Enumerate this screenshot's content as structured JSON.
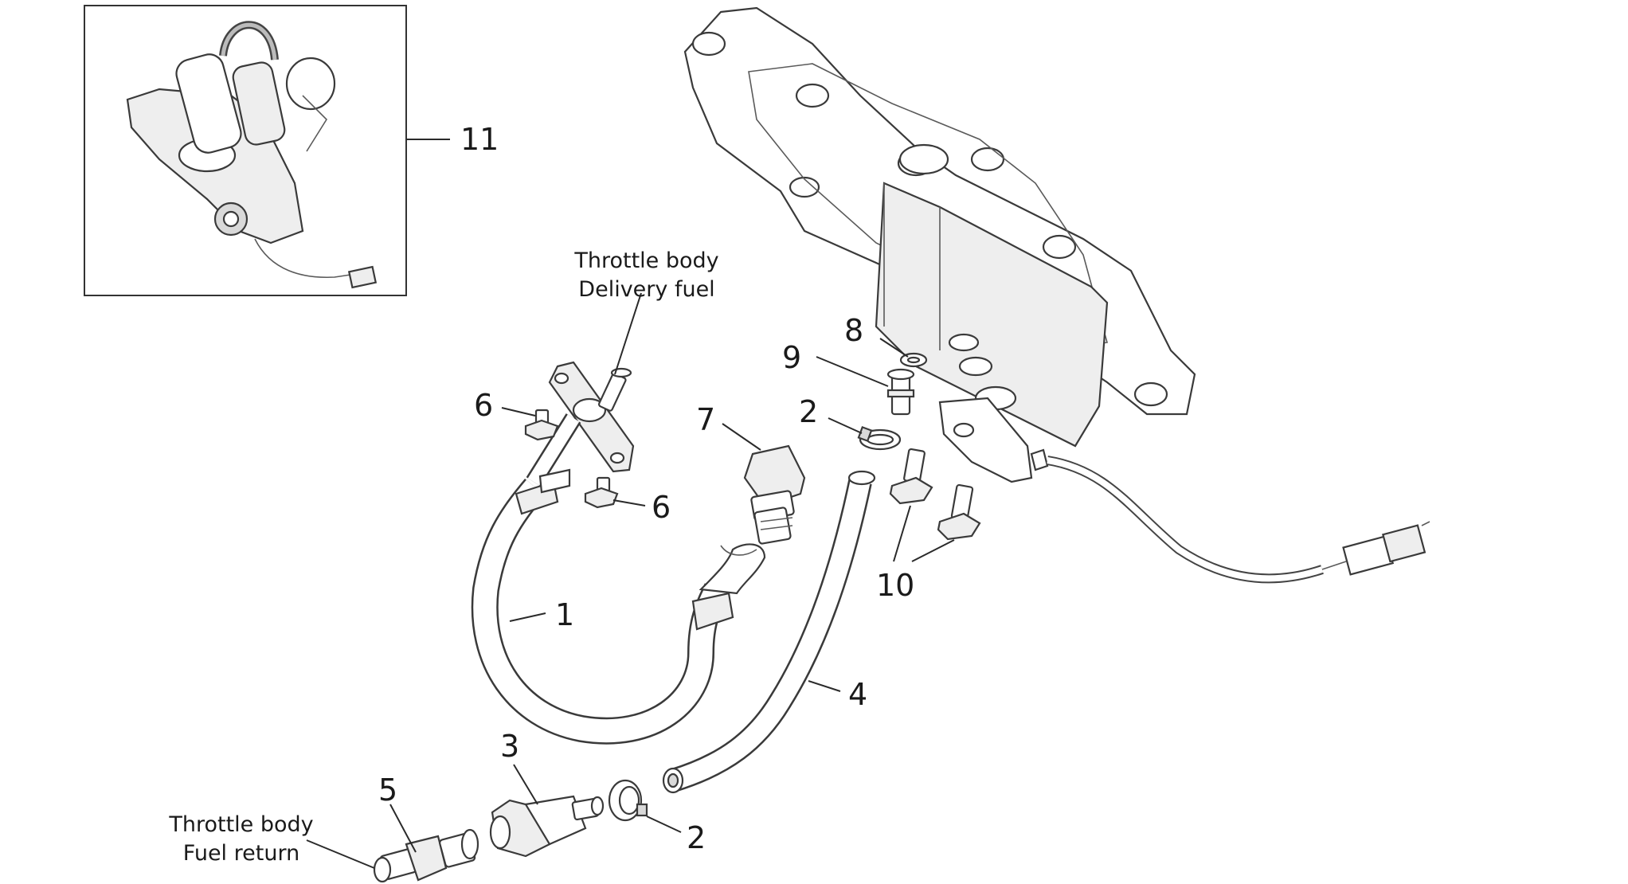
{
  "diagram": {
    "callouts": {
      "c1": "1",
      "c2a": "2",
      "c2b": "2",
      "c3": "3",
      "c4": "4",
      "c5": "5",
      "c6a": "6",
      "c6b": "6",
      "c7": "7",
      "c8": "8",
      "c9": "9",
      "c10": "10",
      "c11": "11"
    },
    "captions": {
      "delivery_line1": "Throttle body",
      "delivery_line2": "Delivery fuel",
      "return_line1": "Throttle body",
      "return_line2": "Fuel return"
    }
  }
}
